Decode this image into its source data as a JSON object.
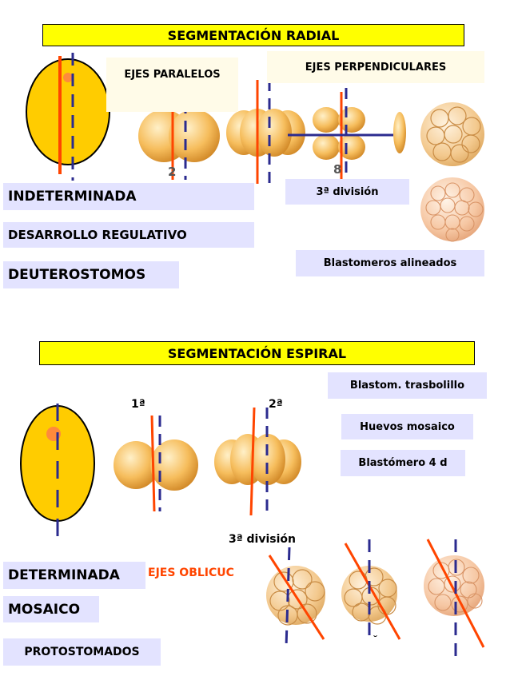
{
  "radial": {
    "title": "SEGMENTACIÓN RADIAL",
    "ejes_paralelos": "EJES PARALELOS",
    "ejes_perpendiculares": "EJES  PERPENDICULARES",
    "stage_2": "2",
    "stage_8": "8",
    "tercera_division": "3ª división",
    "indeterminada": "INDETERMINADA",
    "desarrollo": "DESARROLLO REGULATIVO",
    "deuterostomos": "DEUTEROSTOMOS",
    "blastomeros": "Blastomeros alineados"
  },
  "spiral": {
    "title": "SEGMENTACIÓN ESPIRAL",
    "blastom": "Blastom. trasbolillo",
    "huevos": "Huevos mosaico",
    "blastomero4d": "Blastómero 4 d",
    "primera": "1ª",
    "segunda": "2ª",
    "tercera_division": "3ª división",
    "determinada": "DETERMINADA",
    "ejes_oblicuos": "EJES OBLICUC",
    "mosaico": "MOSAICO",
    "protostomados": "PROTOSTOMADOS"
  },
  "colors": {
    "title_bg": "#ffff00",
    "label_bg": "#e3e3ff",
    "egg": "#ffcc00",
    "axis_red": "#ff4500",
    "axis_blue": "#2b2b8f"
  }
}
